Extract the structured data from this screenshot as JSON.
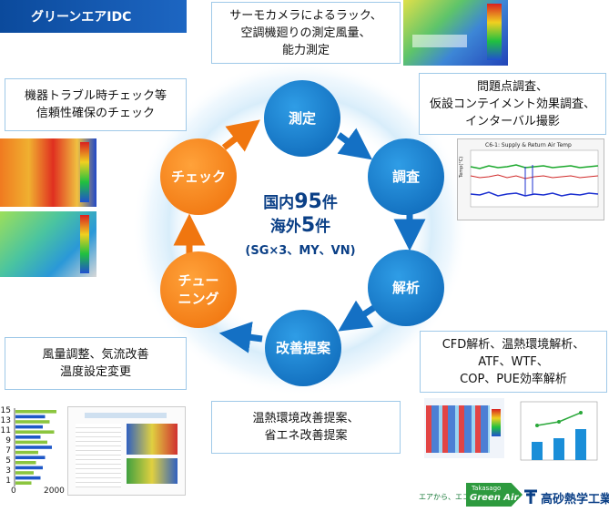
{
  "header": {
    "title": "グリーンエアIDC"
  },
  "cycle": {
    "nodes": {
      "measure": "測定",
      "survey": "調査",
      "analysis": "解析",
      "proposal": "改善提案",
      "tuning_line1": "チュー",
      "tuning_line2": "ニング",
      "check": "チェック"
    },
    "center": {
      "line1_prefix": "国内",
      "line1_number": "95",
      "line1_suffix": "件",
      "line2_prefix": "海外",
      "line2_number": "5",
      "line2_suffix": "件",
      "line3": "(SG×3、MY、VN)"
    }
  },
  "callouts": {
    "measure": [
      "サーモカメラによるラック、",
      "空調機廻りの測定風量、",
      "能力測定"
    ],
    "survey": [
      "問題点調査、",
      "仮設コンテイメント効果調査、",
      "インターバル撮影"
    ],
    "analysis": [
      "CFD解析、温熱環境解析、",
      "ATF、WTF、",
      "COP、PUE効率解析"
    ],
    "proposal": [
      "温熱環境改善提案、",
      "省エネ改善提案"
    ],
    "tuning": [
      "風量調整、気流改善",
      "温度設定変更"
    ],
    "check": [
      "機器トラブル時チェック等",
      "信頼性確保のチェック"
    ]
  },
  "survey_chart": {
    "title": "C6-1: Supply & Return Air Temp",
    "ylabel": "Temp(°C)"
  },
  "hbar_chart": {
    "y_ticks": [
      "15",
      "13",
      "11",
      "9",
      "7",
      "5",
      "3",
      "1"
    ],
    "x_ticks": [
      "0",
      "2000"
    ],
    "values": [
      1800,
      1300,
      1500,
      1200,
      1700,
      1100,
      1400,
      1600,
      1000,
      1300,
      900,
      1200,
      800,
      1100,
      700
    ]
  },
  "logos": {
    "slogan": "エアから、エコ。",
    "green_air_top": "Takasago",
    "green_air_bottom": "Green Air",
    "company": "高砂熱学工業"
  },
  "colors": {
    "blue_node": "#0a62b3",
    "orange_node": "#ee6e08",
    "header_bg": "#0b4a9c",
    "callout_border": "#9fc9e8"
  }
}
